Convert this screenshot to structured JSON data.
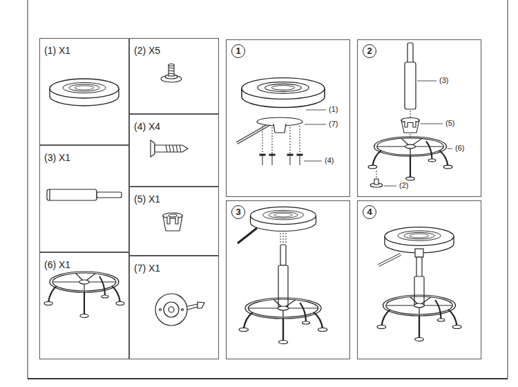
{
  "diagram": {
    "nodes": [
      {
        "text": [
          "(1) X1"
        ]
      },
      {
        "text": [
          "(2) X5"
        ]
      },
      {
        "text": [
          "(4) X4"
        ]
      },
      {
        "text": [
          "(3) X1"
        ]
      },
      {
        "text": [
          "(5) X1"
        ]
      },
      {
        "text": [
          "(6) X1"
        ]
      },
      {
        "text": [
          "(7) X1"
        ]
      },
      {
        "text": [
          "1"
        ]
      },
      {
        "text": [
          "2"
        ]
      },
      {
        "text": [
          "3"
        ]
      },
      {
        "text": [
          "4"
        ]
      }
    ],
    "labels": [
      "(1)",
      "(7)",
      "(4)",
      "(3)",
      "(5)",
      "(6)",
      "(2)"
    ]
  }
}
